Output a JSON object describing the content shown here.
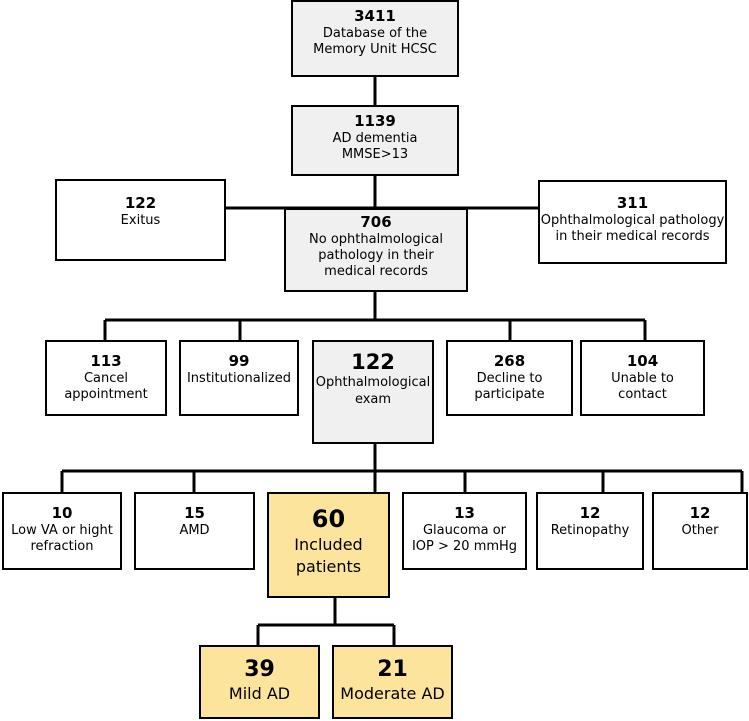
{
  "nodes": {
    "database": {
      "count": "3411",
      "label": "Database of the\nMemory Unit HCSC"
    },
    "ad_dementia": {
      "count": "1139",
      "label": "AD dementia\nMMSE>13"
    },
    "exitus": {
      "count": "122",
      "label": "Exitus"
    },
    "ophth_pathology": {
      "count": "311",
      "label": "Ophthalmological pathology\nin their medical records"
    },
    "no_ophth_pathology": {
      "count": "706",
      "label": "No ophthalmological\npathology in their\nmedical records"
    },
    "cancel_appointment": {
      "count": "113",
      "label": "Cancel\nappointment"
    },
    "institutionalized": {
      "count": "99",
      "label": "Institutionalized"
    },
    "ophth_exam": {
      "count": "122",
      "label": "Ophthalmological\nexam"
    },
    "decline": {
      "count": "268",
      "label": "Decline to\nparticipate"
    },
    "unable_contact": {
      "count": "104",
      "label": "Unable to\ncontact"
    },
    "low_va": {
      "count": "10",
      "label": "Low VA or hight\nrefraction"
    },
    "amd": {
      "count": "15",
      "label": "AMD"
    },
    "included": {
      "count": "60",
      "label": "Included\npatients"
    },
    "glaucoma": {
      "count": "13",
      "label": "Glaucoma or\nIOP > 20 mmHg"
    },
    "retinopathy": {
      "count": "12",
      "label": "Retinopathy"
    },
    "other": {
      "count": "12",
      "label": "Other"
    },
    "mild_ad": {
      "count": "39",
      "label": "Mild AD"
    },
    "moderate_ad": {
      "count": "21",
      "label": "Moderate AD"
    }
  },
  "colors": {
    "grey_fill": "#f0f0f0",
    "highlight_fill": "#fde49c",
    "line": "#000000"
  }
}
